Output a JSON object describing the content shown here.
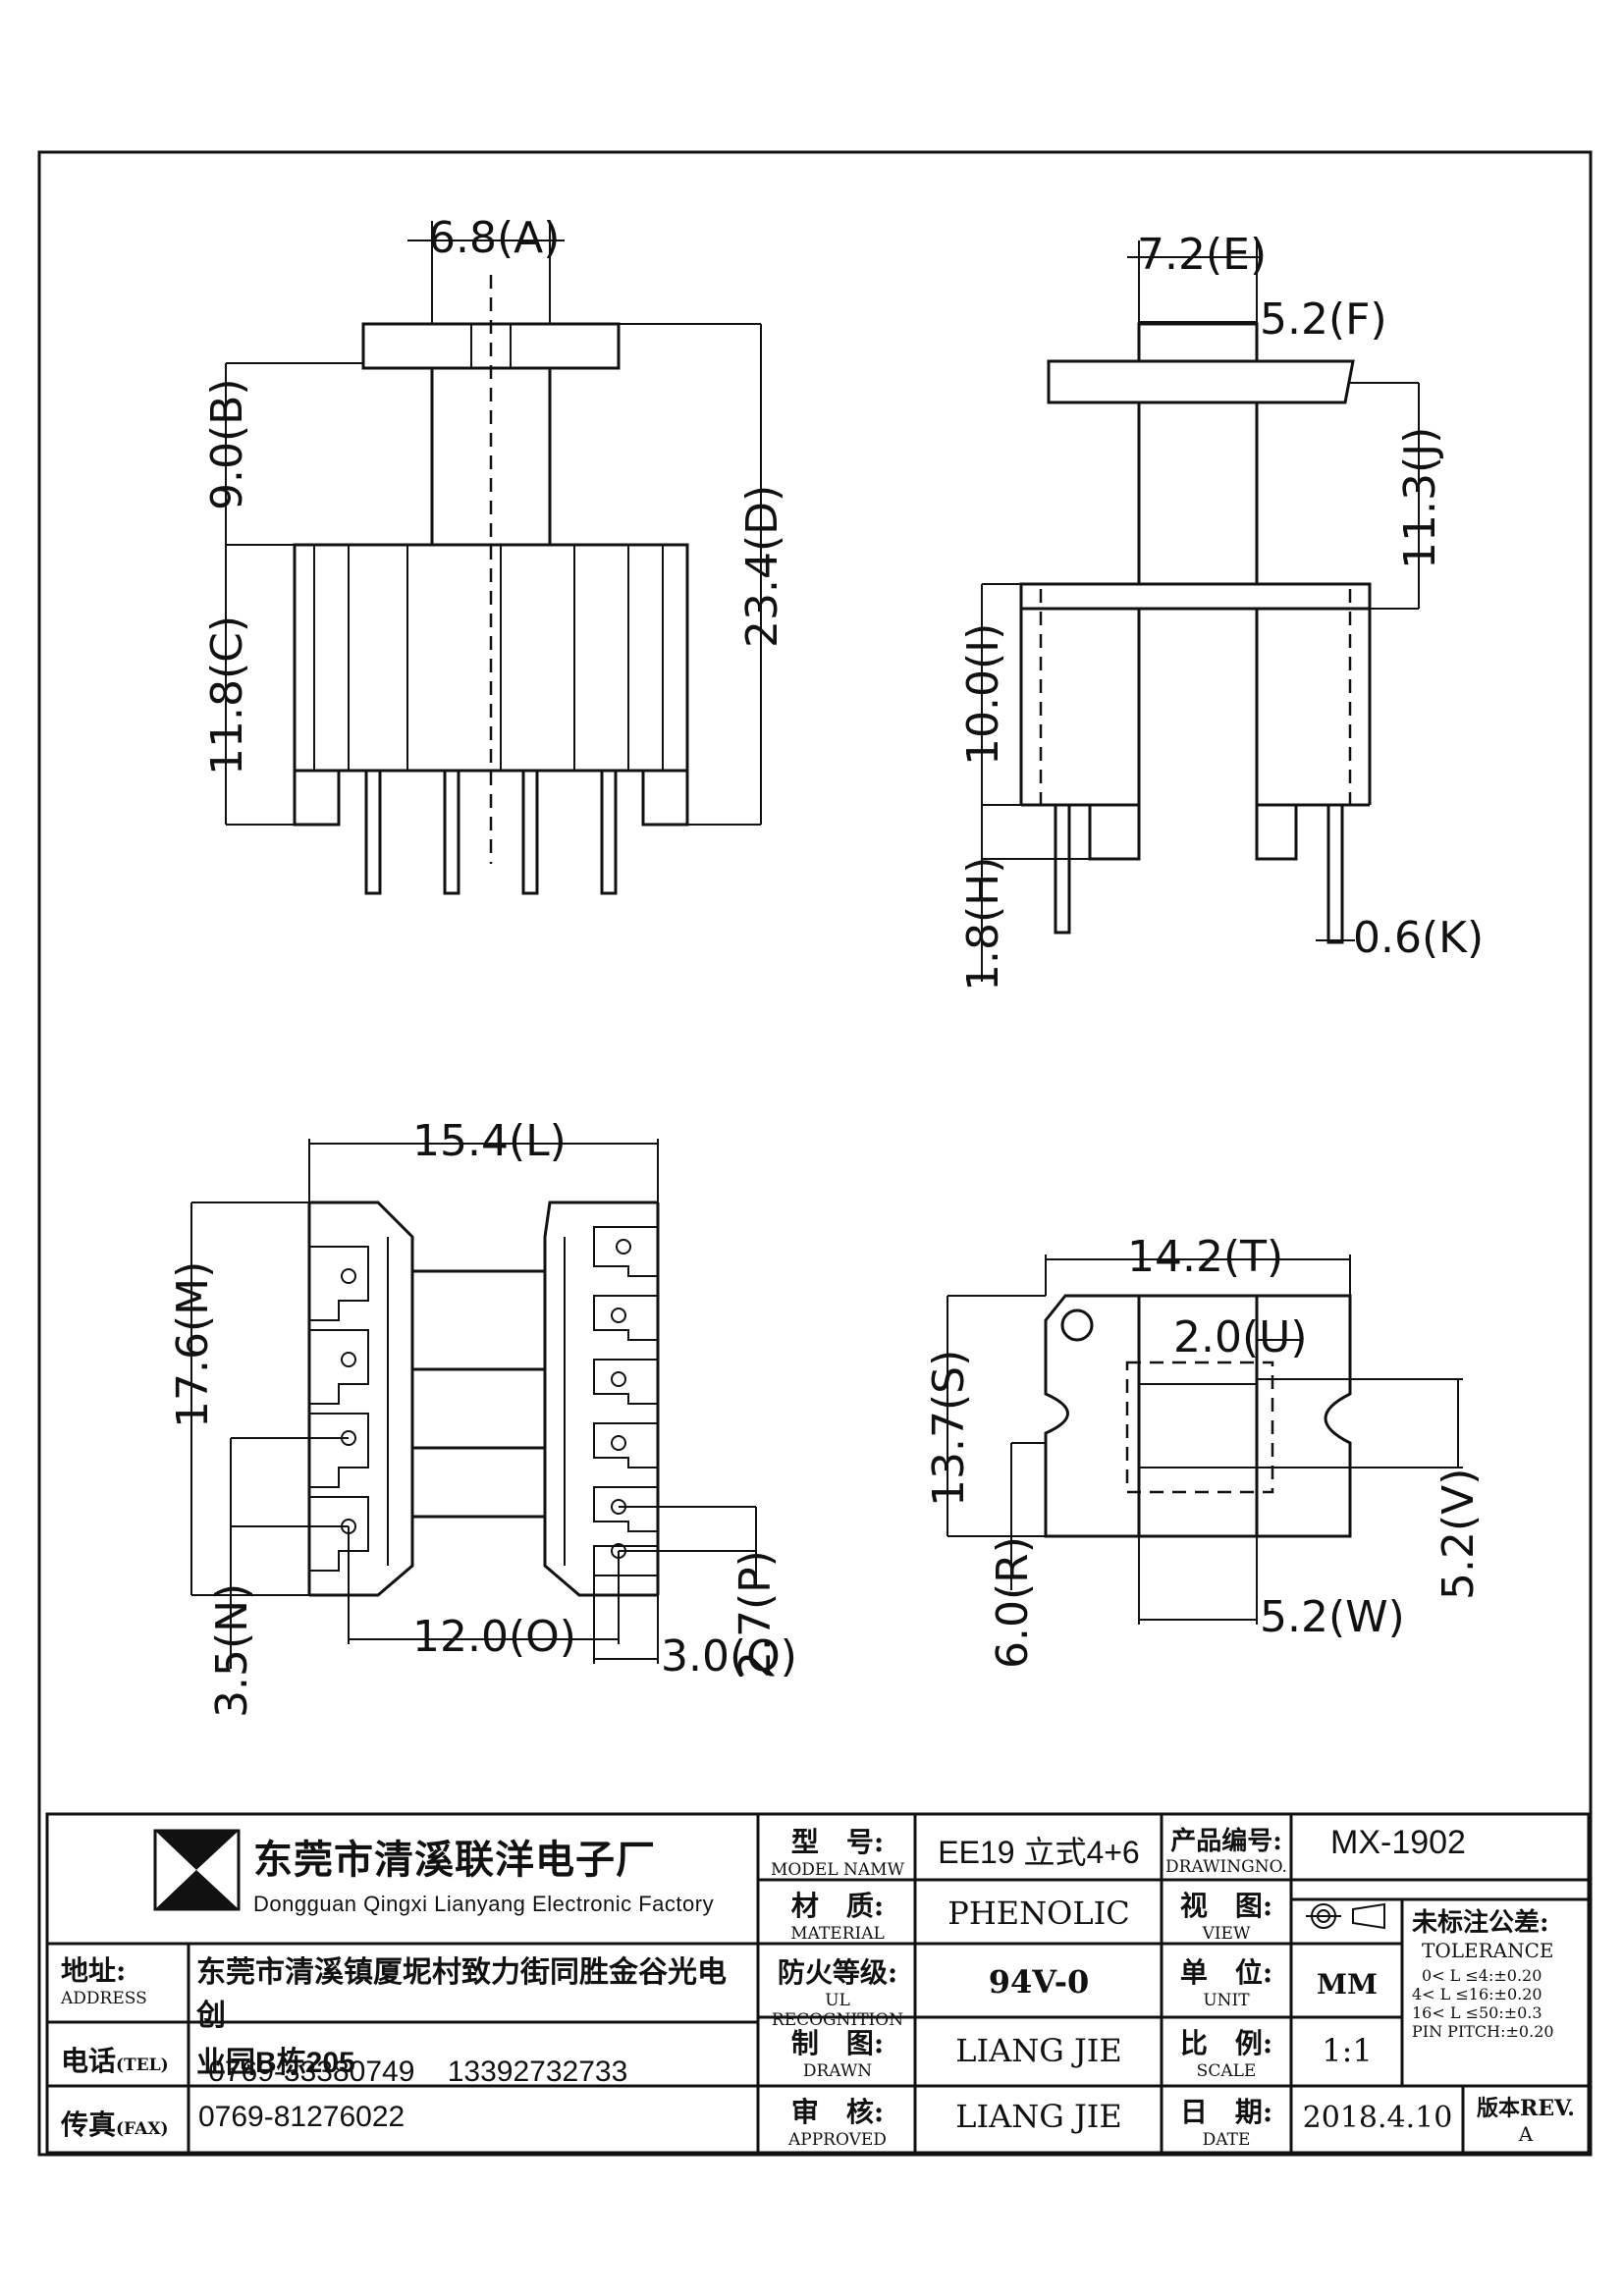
{
  "views": {
    "front": {
      "dims": {
        "A": "6.8(A)",
        "B": "9.0(B)",
        "C": "11.8(C)",
        "D": "23.4(D)"
      }
    },
    "side": {
      "dims": {
        "E": "7.2(E)",
        "F": "5.2(F)",
        "J": "11.3(J)",
        "I": "10.0(I)",
        "H": "1.8(H)",
        "K": "0.6(K)"
      }
    },
    "bottom": {
      "dims": {
        "L": "15.4(L)",
        "M": "17.6(M)",
        "N": "3.5(N)",
        "O": "12.0(O)",
        "P": "2.7(P)",
        "Q": "3.0(Q)"
      }
    },
    "top": {
      "dims": {
        "T": "14.2(T)",
        "U": "2.0(U)",
        "S": "13.7(S)",
        "R": "6.0(R)",
        "V": "5.2(V)",
        "W": "5.2(W)"
      }
    }
  },
  "title_block": {
    "company_cn": "东莞市清溪联洋电子厂",
    "company_en": "Dongguan Qingxi Lianyang Electronic Factory",
    "address_label_cn": "地址:",
    "address_label_en": "ADDRESS",
    "address_line1": "东莞市清溪镇厦坭村致力街同胜金谷光电创",
    "address_line2": "业园B栋205",
    "phone_label_cn": "电话",
    "phone_label_en": "(TEL)",
    "phone_value": "0769-33380749    13392732733",
    "fax_label_cn": "传真",
    "fax_label_en": "(FAX)",
    "fax_value": "0769-81276022",
    "model_label_cn": "型　号:",
    "model_label_en": "MODEL NAMW",
    "model_value": "EE19 立式4+6",
    "material_label_cn": "材　质:",
    "material_label_en": "MATERIAL",
    "material_value": "PHENOLIC",
    "ul_label_cn": "防火等级:",
    "ul_label_en": "UL RECOGNITION",
    "ul_value": "94V-0",
    "drawn_label_cn": "制　图:",
    "drawn_label_en": "DRAWN",
    "drawn_value": "LIANG JIE",
    "approved_label_cn": "审　核:",
    "approved_label_en": "APPROVED",
    "approved_value": "LIANG JIE",
    "drawing_no_label_cn": "产品编号:",
    "drawing_no_label_en": "DRAWINGNO.",
    "drawing_no_value": "MX-1902",
    "view_label_cn": "视　图:",
    "view_label_en": "VIEW",
    "unit_label_cn": "单　位:",
    "unit_label_en": "UNIT",
    "unit_value": "MM",
    "scale_label_cn": "比　例:",
    "scale_label_en": "SCALE",
    "scale_value": "1:1",
    "date_label_cn": "日　期:",
    "date_label_en": "DATE",
    "date_value": "2018.4.10",
    "tolerance_label_cn": "未标注公差:",
    "tolerance_label_en": "TOLERANCE",
    "tolerance_lines": [
      "0< L ≤4:±0.20",
      "4< L ≤16:±0.20",
      "16< L ≤50:±0.3",
      "PIN PITCH:±0.20"
    ],
    "rev_label": "版本REV.",
    "rev_value": "A"
  }
}
